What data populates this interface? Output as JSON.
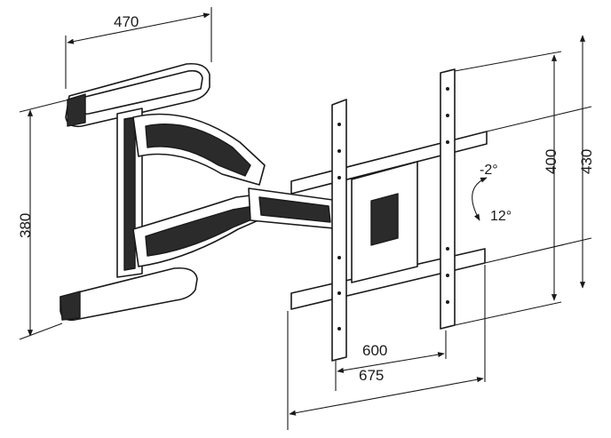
{
  "dimensions": {
    "wall_plate_width": "470",
    "wall_plate_height": "380",
    "vesa_inner_height": "400",
    "vesa_outer_height": "430",
    "vesa_inner_width": "600",
    "vesa_outer_width": "675"
  },
  "tilt": {
    "up": "-2°",
    "down": "12°"
  }
}
